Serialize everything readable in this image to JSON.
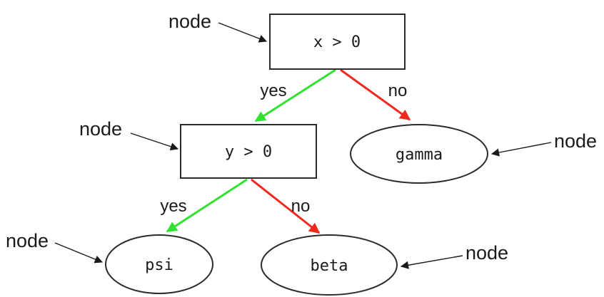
{
  "diagram": {
    "type": "decision-tree",
    "nodes": [
      {
        "id": "root",
        "shape": "rect",
        "label": "x > 0"
      },
      {
        "id": "inner",
        "shape": "rect",
        "label": "y > 0"
      },
      {
        "id": "gamma",
        "shape": "ellipse",
        "label": "gamma"
      },
      {
        "id": "psi",
        "shape": "ellipse",
        "label": "psi"
      },
      {
        "id": "beta",
        "shape": "ellipse",
        "label": "beta"
      }
    ],
    "edges": [
      {
        "from": "root",
        "to": "inner",
        "label": "yes",
        "color": "#32e132"
      },
      {
        "from": "root",
        "to": "gamma",
        "label": "no",
        "color": "#f02820"
      },
      {
        "from": "inner",
        "to": "psi",
        "label": "yes",
        "color": "#32e132"
      },
      {
        "from": "inner",
        "to": "beta",
        "label": "no",
        "color": "#f02820"
      }
    ],
    "annotations": [
      {
        "label": "node",
        "target": "root"
      },
      {
        "label": "node",
        "target": "inner"
      },
      {
        "label": "node",
        "target": "gamma"
      },
      {
        "label": "node",
        "target": "psi"
      },
      {
        "label": "node",
        "target": "beta"
      }
    ],
    "colors": {
      "yes_edge": "#32e132",
      "no_edge": "#f02820",
      "node_stroke": "#2b2b2b",
      "text": "#1a1a1a",
      "background": "#ffffff"
    }
  }
}
